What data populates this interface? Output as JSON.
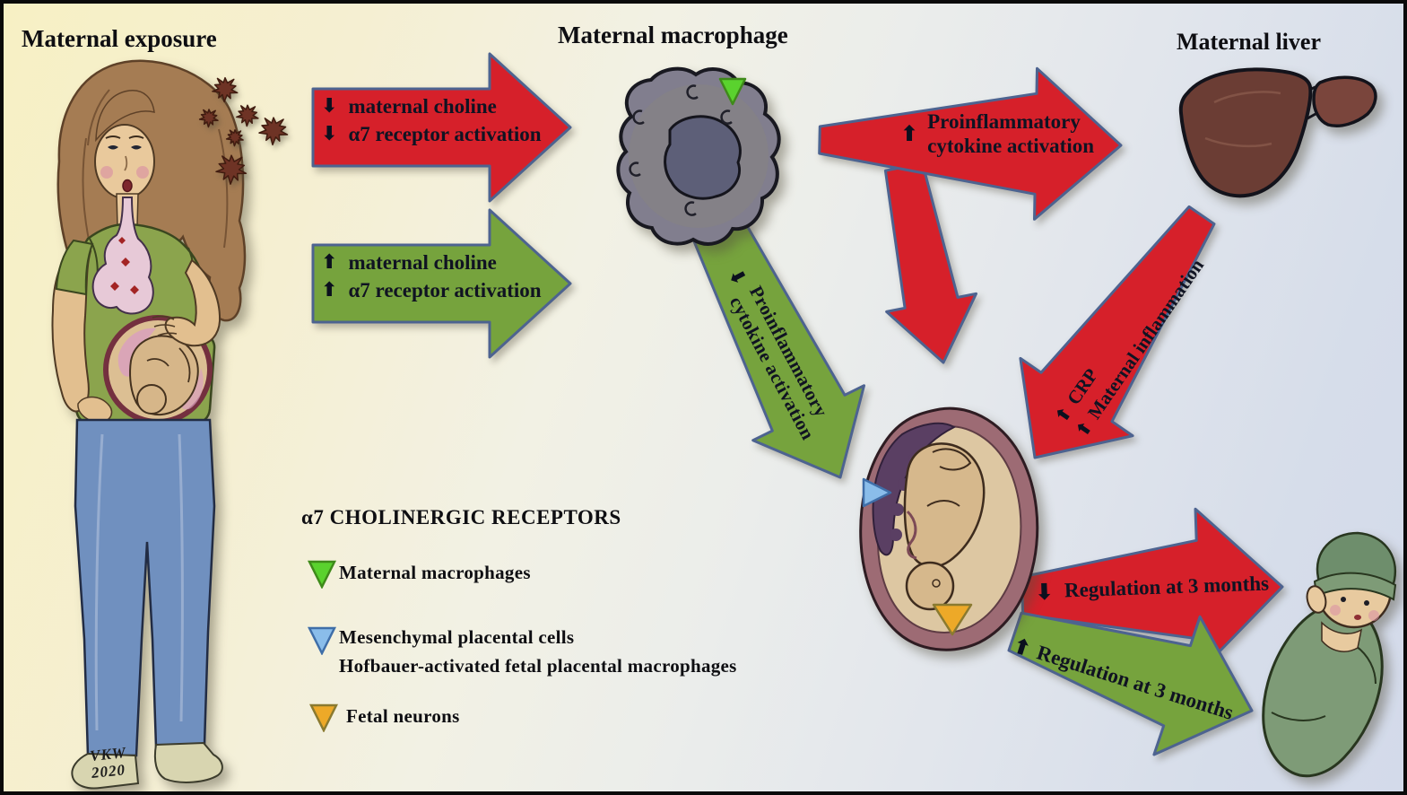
{
  "titles": {
    "maternal_exposure": "Maternal exposure",
    "maternal_macrophage": "Maternal macrophage",
    "maternal_liver": "Maternal liver"
  },
  "arrows": {
    "choline_down": {
      "glyph": "⬇",
      "lines": [
        "maternal choline",
        "α7 receptor activation"
      ]
    },
    "choline_up": {
      "glyph": "⬆",
      "lines": [
        "maternal choline",
        "α7 receptor activation"
      ]
    },
    "cytokine_up": {
      "glyph": "⬆",
      "lines": [
        "Proinflammatory",
        "cytokine activation"
      ]
    },
    "cytokine_down": {
      "glyph": "⬇",
      "lines": [
        "Proinflammatory",
        "cytokine activation"
      ]
    },
    "crp": {
      "glyph": "⬆",
      "lines": [
        "CRP",
        "Maternal inflammation"
      ]
    },
    "regulation_down": {
      "glyph": "⬇",
      "label": "Regulation at 3 months"
    },
    "regulation_up": {
      "glyph": "⬆",
      "label": "Regulation at 3 months"
    }
  },
  "legend": {
    "title": "α7 CHOLINERGIC  RECEPTORS",
    "items": [
      {
        "label": "Maternal  macrophages"
      },
      {
        "label": "Mesenchymal  placental  cells",
        "label2": "Hofbauer-activated  fetal placental  macrophages"
      },
      {
        "label": "Fetal neurons"
      }
    ]
  },
  "signature": {
    "initials": "VKW",
    "year": "2020"
  },
  "colors": {
    "arrow_red": "#d6202a",
    "arrow_green": "#76a33d",
    "arrow_outline": "#4d6390",
    "marker_green": "#5ad22e",
    "marker_green_border": "#3f8a1a",
    "marker_blue": "#8abdea",
    "marker_blue_border": "#3f6ea8",
    "marker_orange": "#eda928",
    "marker_orange_border": "#8a7a30",
    "particle": "#6e3325"
  }
}
